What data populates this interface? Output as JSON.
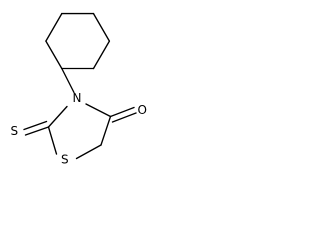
{
  "molecule": {
    "atoms": {
      "nitrogen": "N",
      "ring_sulfur": "S",
      "thione_sulfur": "S",
      "carbonyl_oxygen": "O"
    }
  }
}
